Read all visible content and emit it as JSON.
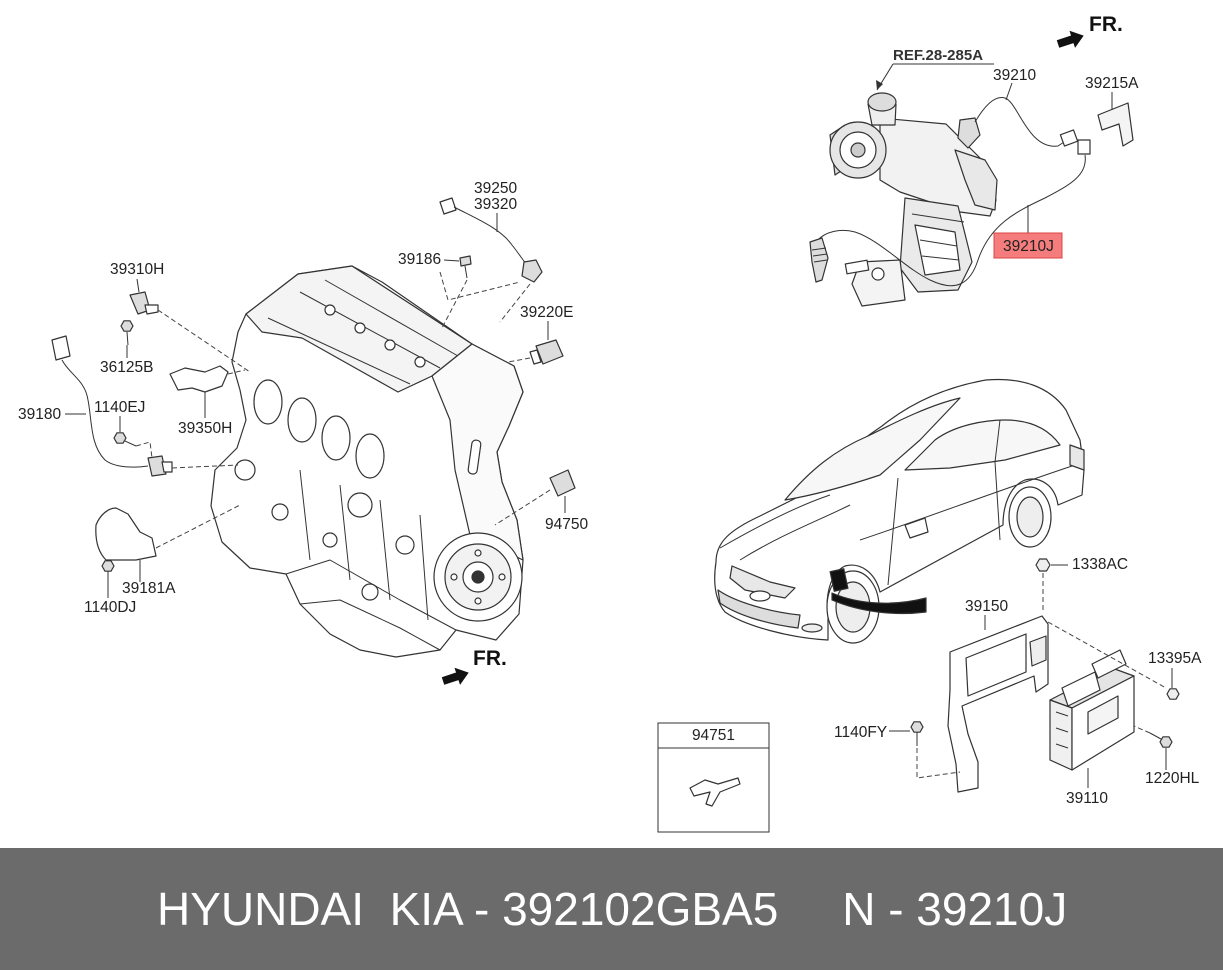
{
  "diagram": {
    "fr_top": "FR.",
    "fr_engine": "FR.",
    "ref_label": "REF.28-285A",
    "highlighted_part": "39210J",
    "inset_label": "94751",
    "callouts": [
      "39210",
      "39215A",
      "39250",
      "39320",
      "39186",
      "39220E",
      "39310H",
      "36125B",
      "39180",
      "1140EJ",
      "39350H",
      "94750",
      "39181A",
      "1140DJ",
      "1338AC",
      "39150",
      "13395A",
      "1140FY",
      "1220HL",
      "39110"
    ]
  },
  "colors": {
    "highlight": "#f47c7c",
    "footer_bg": "#6b6b6b",
    "footer_text": "#ffffff"
  },
  "footer": {
    "text": "HYUNDAI  KIA - 392102GBA5     N - 39210J"
  }
}
